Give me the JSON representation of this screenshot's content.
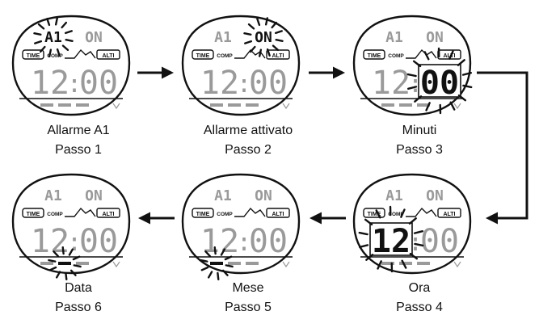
{
  "watch_labels": {
    "alarm_id": "A1",
    "alarm_state": "ON",
    "time_tag": "TIME",
    "comp_tag": "COMP",
    "alti_tag": "ALTI",
    "hours": "12",
    "minutes": "00",
    "separator": ":"
  },
  "steps": [
    {
      "title": "Allarme A1",
      "step": "Passo 1",
      "highlight": "alarm_id"
    },
    {
      "title": "Allarme attivato",
      "step": "Passo 2",
      "highlight": "alarm_state"
    },
    {
      "title": "Minuti",
      "step": "Passo 3",
      "highlight": "minutes"
    },
    {
      "title": "Ora",
      "step": "Passo 4",
      "highlight": "hours"
    },
    {
      "title": "Mese",
      "step": "Passo 5",
      "highlight": "date_left"
    },
    {
      "title": "Data",
      "step": "Passo 6",
      "highlight": "date_center"
    }
  ],
  "colors": {
    "ink": "#111111",
    "faint": "#9a9a9a",
    "flash": "#111111"
  }
}
